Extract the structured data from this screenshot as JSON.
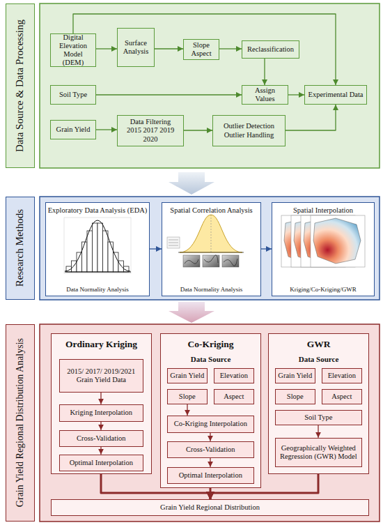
{
  "diagram": {
    "nodes": [
      {
        "text": [
          "Data Source & Data Processing"
        ]
      },
      {
        "text": [
          "Digital Elevation Model (DEM)"
        ]
      },
      {
        "text": [
          "Surface Analysis"
        ]
      },
      {
        "text": [
          "Slope Aspect"
        ]
      },
      {
        "text": [
          "Reclassification"
        ]
      },
      {
        "text": [
          "Soil Type"
        ]
      },
      {
        "text": [
          "Assign Values"
        ]
      },
      {
        "text": [
          "Experimental Data"
        ]
      },
      {
        "text": [
          "Grain Yield"
        ]
      },
      {
        "text": [
          "Data Filtering",
          "2015 2017 2019 2020"
        ]
      },
      {
        "text": [
          "Outlier Detection",
          "Outlier Handling"
        ]
      },
      {
        "text": [
          "Research Methods"
        ]
      },
      {
        "text": [
          "Exploratory Data Analysis (EDA)",
          "Data Normality Analysis"
        ]
      },
      {
        "text": [
          "Spatial Correlation Analysis",
          "Data Normality Analysis"
        ]
      },
      {
        "text": [
          "Spatial Interpolation",
          "Kriging/Co-Kriging/GWR"
        ]
      },
      {
        "text": [
          "Grain Yield Regional Distribution Analysis"
        ]
      },
      {
        "text": [
          "Ordinary Kriging"
        ]
      },
      {
        "text": [
          "2015/ 2017/ 2019/2021 Grain Yield Data"
        ],
        "in": 16
      },
      {
        "text": [
          "Kriging Interpolation"
        ],
        "in": 16
      },
      {
        "text": [
          "Cross-Validation"
        ],
        "in": 16
      },
      {
        "text": [
          "Optimal Interpolation"
        ],
        "in": 16
      },
      {
        "text": [
          "Co-Kriging",
          "Data Source"
        ]
      },
      {
        "text": [
          "Grain Yield"
        ],
        "in": 21
      },
      {
        "text": [
          "Elevation"
        ],
        "in": 21
      },
      {
        "text": [
          "Slope"
        ],
        "in": 21
      },
      {
        "text": [
          "Aspect"
        ],
        "in": 21
      },
      {
        "text": [
          "Co-Kriging Interpolation"
        ],
        "in": 21
      },
      {
        "text": [
          "Cross-Validation"
        ],
        "in": 21
      },
      {
        "text": [
          "Optimal Interpolation"
        ],
        "in": 21
      },
      {
        "text": [
          "GWR",
          "Data Source"
        ]
      },
      {
        "text": [
          "Grain Yield"
        ],
        "in": 29
      },
      {
        "text": [
          "Elevation"
        ],
        "in": 29
      },
      {
        "text": [
          "Slope"
        ],
        "in": 29
      },
      {
        "text": [
          "Aspect"
        ],
        "in": 29
      },
      {
        "text": [
          "Soil Type"
        ],
        "in": 29
      },
      {
        "text": [
          "Geographically Weighted Regression (GWR) Model"
        ],
        "in": 29
      },
      {
        "text": [
          "Grain Yield Regional Distribution"
        ]
      }
    ],
    "edges": [
      {
        "from": 1,
        "to": 2,
        "arrow": "to"
      },
      {
        "from": 2,
        "to": 3,
        "arrow": "to"
      },
      {
        "from": 3,
        "to": 4,
        "arrow": "to"
      },
      {
        "from": 4,
        "to": 6,
        "arrow": "to"
      },
      {
        "from": 5,
        "to": 6,
        "arrow": "to"
      },
      {
        "from": 6,
        "to": 7,
        "arrow": "to"
      },
      {
        "from": 1,
        "to": 7,
        "arrow": "to"
      },
      {
        "from": 8,
        "to": 9,
        "arrow": "to"
      },
      {
        "from": 9,
        "to": 10,
        "arrow": "to"
      },
      {
        "from": 10,
        "to": 7,
        "arrow": "to"
      },
      {
        "from": 12,
        "to": 13,
        "arrow": "to"
      },
      {
        "from": 13,
        "to": 14,
        "arrow": "to"
      },
      {
        "from": 17,
        "to": 18,
        "arrow": "to"
      },
      {
        "from": 18,
        "to": 19,
        "arrow": "to"
      },
      {
        "from": 19,
        "to": 20,
        "arrow": "to"
      },
      {
        "from": 24,
        "to": 26,
        "arrow": "to"
      },
      {
        "from": 26,
        "to": 27,
        "arrow": "to"
      },
      {
        "from": 27,
        "to": 28,
        "arrow": "to"
      },
      {
        "from": 34,
        "to": 35,
        "arrow": "to"
      },
      {
        "from": 16,
        "to": 36,
        "arrow": "to"
      },
      {
        "from": 21,
        "to": 36,
        "arrow": "to"
      },
      {
        "from": 29,
        "to": 36,
        "arrow": "to"
      }
    ]
  }
}
